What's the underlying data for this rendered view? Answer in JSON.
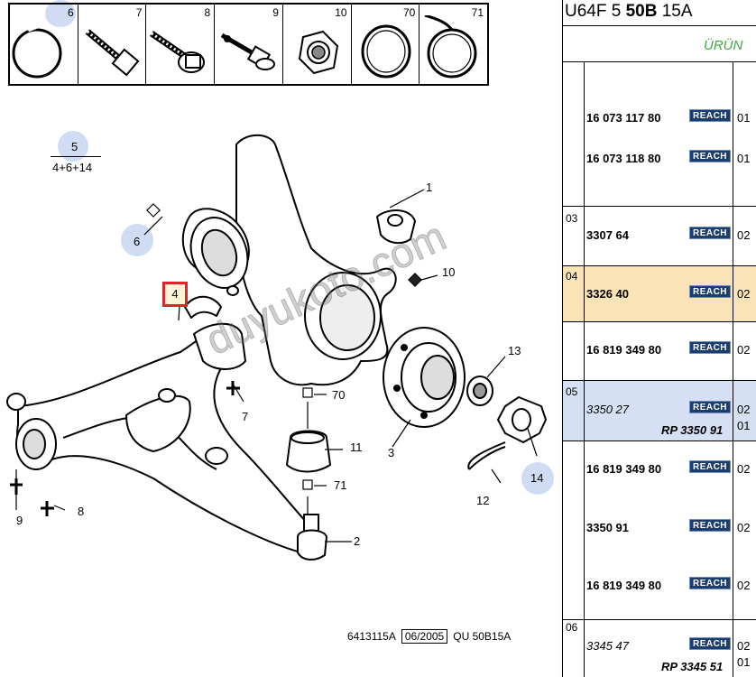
{
  "thumbnails": [
    {
      "num": "6",
      "icon": "circlip-ring-icon"
    },
    {
      "num": "7",
      "icon": "bolt-icon"
    },
    {
      "num": "8",
      "icon": "flange-bolt-icon"
    },
    {
      "num": "9",
      "icon": "stud-bolt-icon"
    },
    {
      "num": "10",
      "icon": "hex-nut-icon"
    },
    {
      "num": "70",
      "icon": "o-ring-icon"
    },
    {
      "num": "71",
      "icon": "split-ring-icon"
    }
  ],
  "diagram": {
    "kit_label_top": "5",
    "kit_label_bottom": "4+6+14",
    "callouts": [
      "1",
      "2",
      "3",
      "4",
      "6",
      "7",
      "8",
      "9",
      "10",
      "11",
      "12",
      "13",
      "14",
      "70",
      "71"
    ],
    "watermark": "duyukoto.com",
    "footer": {
      "code": "6413115A",
      "date": "06/2005",
      "ref": "QU 50B15A"
    }
  },
  "panel": {
    "ref_prefix": "U64F 5 ",
    "ref_bold": "50B",
    "ref_suffix": " 15A",
    "column_header": "ÜRÜN",
    "reach_label": "REACH",
    "highlight_color": "#fbe3b8",
    "group_color": "#d6e0f5",
    "rows": [
      {
        "group": "",
        "pn": "16 073 117 80",
        "qty": "01"
      },
      {
        "group": "",
        "pn": "16 073 118 80",
        "qty": "01"
      },
      {
        "group": "03",
        "pn": "3307 64",
        "qty": "02"
      },
      {
        "group": "04",
        "pn": "3326 40",
        "qty": "02"
      },
      {
        "group": "",
        "pn": "16 819 349 80",
        "qty": "02"
      },
      {
        "group": "05",
        "pn": "3350 27",
        "qty": "02",
        "rp": "RP 3350 91",
        "qty2": "01"
      },
      {
        "group": "",
        "pn": "16 819 349 80",
        "qty": "02"
      },
      {
        "group": "",
        "pn": "3350 91",
        "qty": "02"
      },
      {
        "group": "",
        "pn": "16 819 349 80",
        "qty": "02"
      },
      {
        "group": "06",
        "pn": "3345 47",
        "qty": "02",
        "rp": "RP 3345 51",
        "qty2": "01"
      }
    ]
  }
}
